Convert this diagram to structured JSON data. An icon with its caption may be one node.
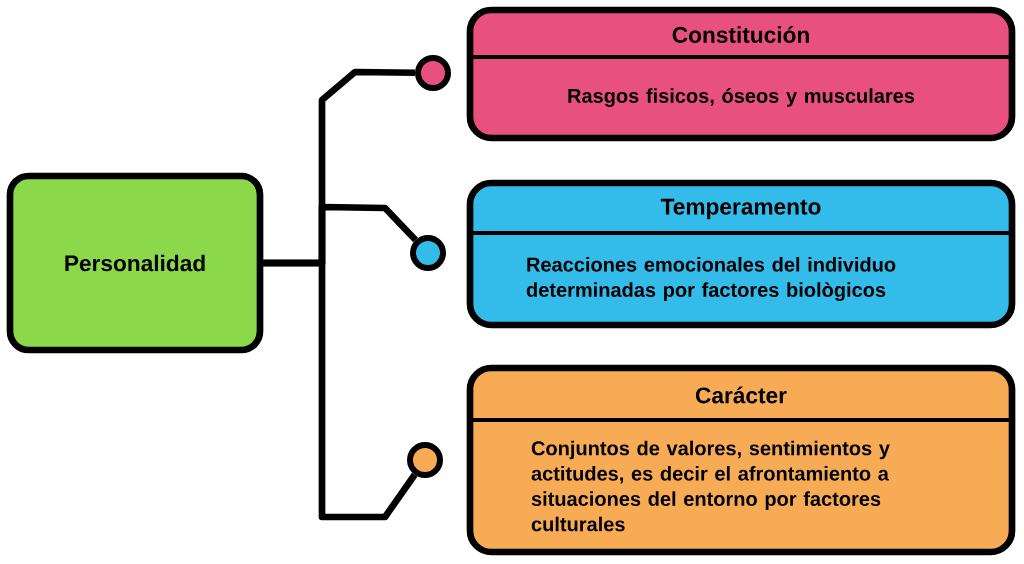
{
  "diagram": {
    "nodes": [
      {
        "text": [
          "Personalidad"
        ]
      },
      {
        "text": [],
        "shape": "circle"
      },
      {
        "text": [],
        "shape": "circle"
      },
      {
        "text": [],
        "shape": "circle"
      },
      {
        "text": [
          "Constitución",
          "Rasgos fisicos, óseos y musculares"
        ]
      },
      {
        "text": [
          "Temperamento",
          "Reacciones emocionales del individuo determinadas por factores biològicos"
        ]
      },
      {
        "text": [
          "Carácter",
          "Conjuntos de valores, sentimientos y actitudes, es decir el afrontamiento a situaciones del entorno por factores culturales"
        ]
      }
    ],
    "edges": [
      {
        "from": 0,
        "to": 1,
        "arrow": "none"
      },
      {
        "from": 0,
        "to": 2,
        "arrow": "none"
      },
      {
        "from": 0,
        "to": 3,
        "arrow": "none"
      }
    ]
  }
}
